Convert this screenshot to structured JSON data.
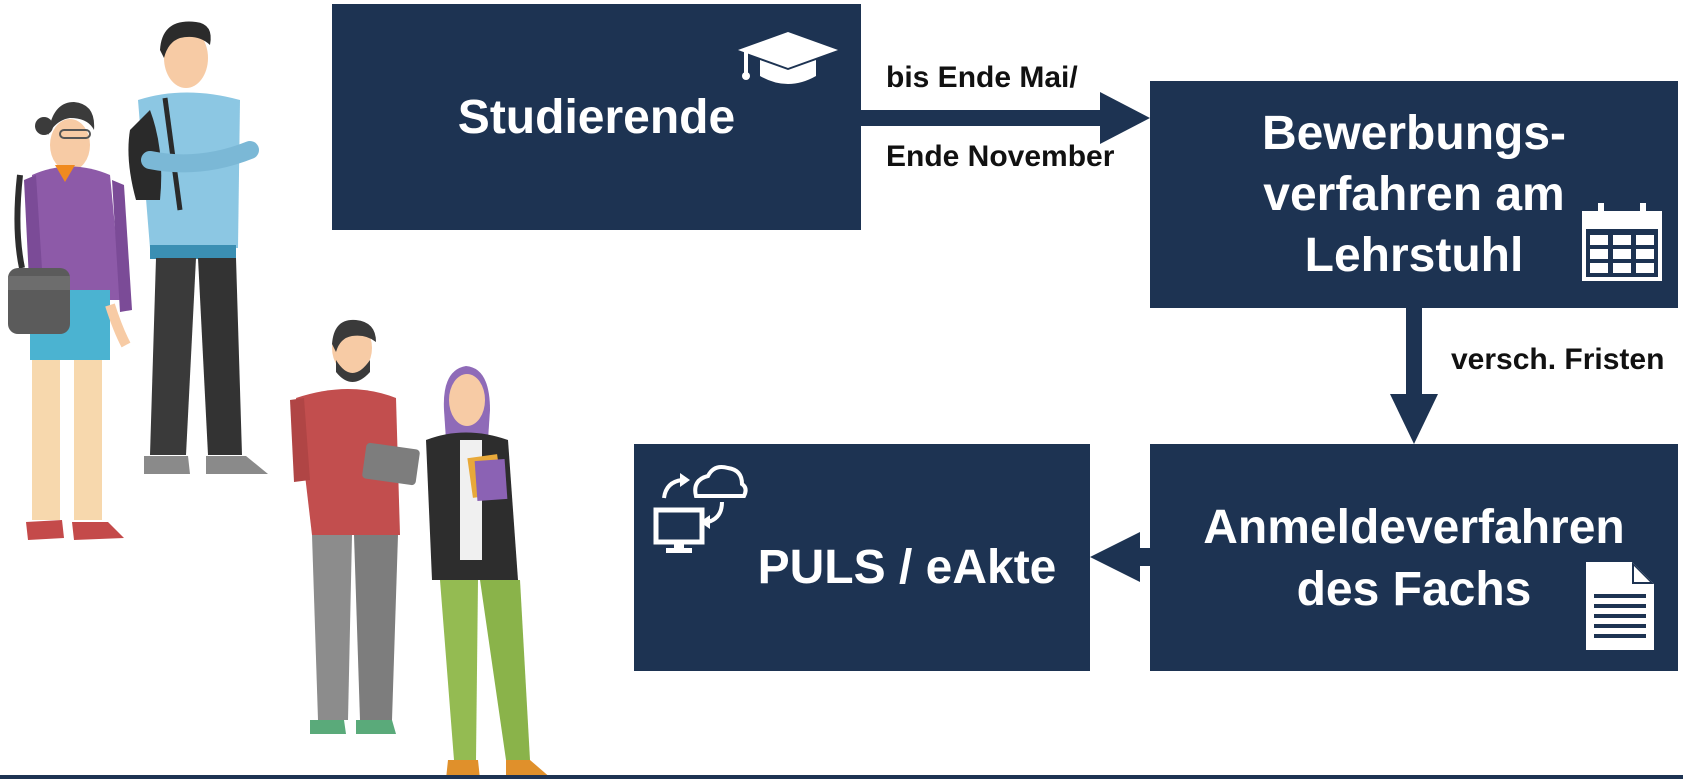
{
  "diagram": {
    "nodes": {
      "studierende": {
        "label": "Studierende",
        "icon": "graduation-cap-icon"
      },
      "bewerbung": {
        "label": "Bewerbungs-\nverfahren am\nLehrstuhl",
        "icon": "calendar-icon"
      },
      "anmeldung": {
        "label": "Anmeldeverfahren\ndes Fachs",
        "icon": "document-icon"
      },
      "puls": {
        "label": "PULS / eAkte",
        "icon": "computer-cloud-sync-icon"
      }
    },
    "edges": {
      "studierende_to_bewerbung": {
        "label_line1": "bis Ende Mai/",
        "label_line2": "Ende November"
      },
      "bewerbung_to_anmeldung": {
        "label": "versch. Fristen"
      },
      "anmeldung_to_puls": {
        "label": ""
      }
    },
    "illustrations": [
      "students-standing-illustration",
      "students-talking-illustration"
    ],
    "colors": {
      "box_fill": "#1d3352",
      "box_text": "#ffffff",
      "label_text": "#111111"
    }
  }
}
